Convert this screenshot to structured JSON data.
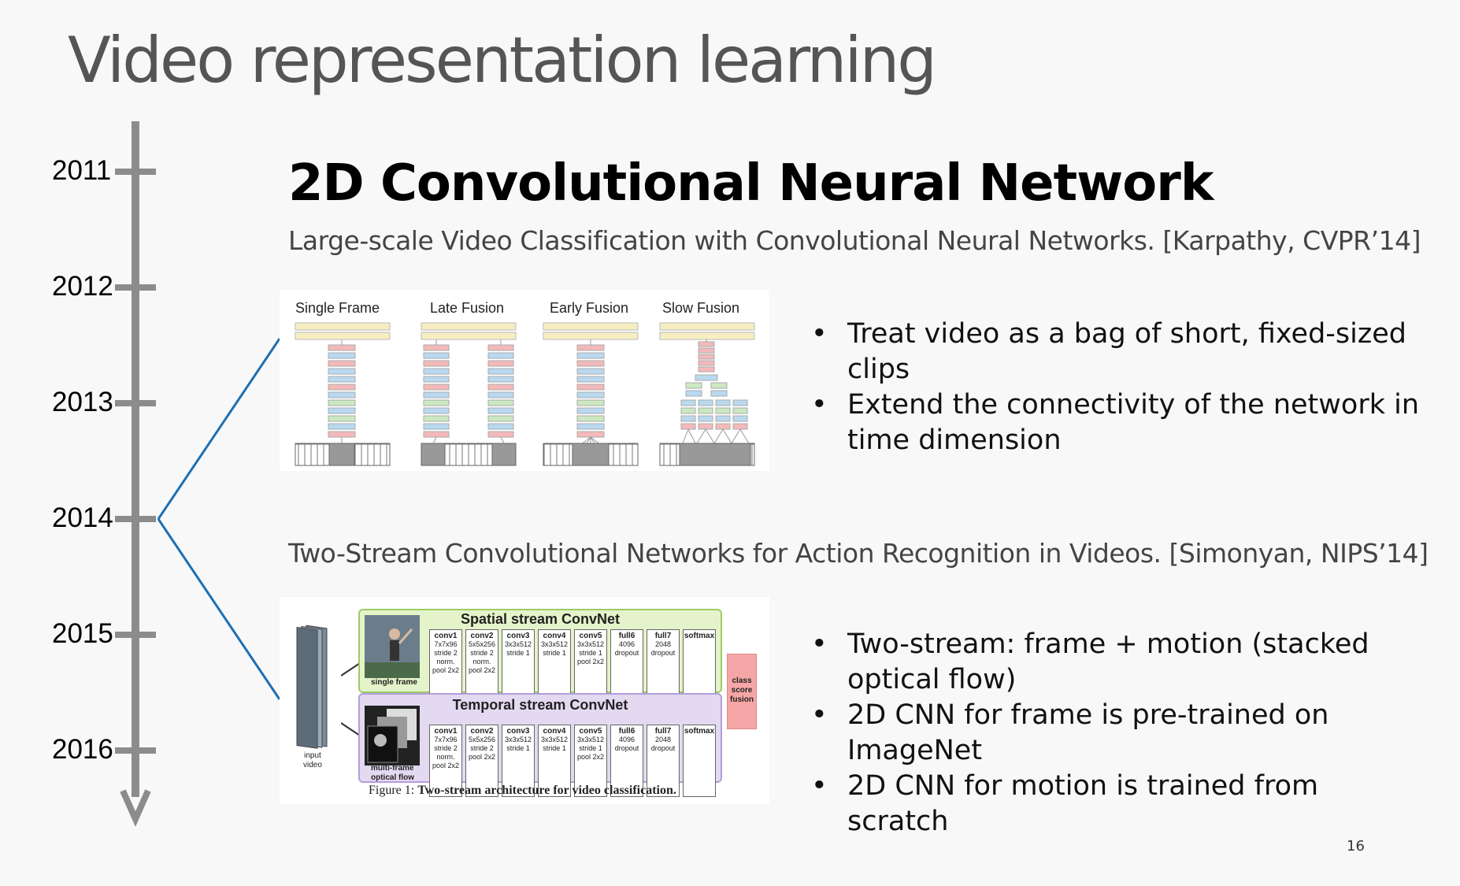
{
  "slide": {
    "title": "Video representation learning",
    "heading": "2D Convolutional Neural Network",
    "page_number": "16"
  },
  "timeline": {
    "years": [
      "2011",
      "2012",
      "2013",
      "2014",
      "2015",
      "2016"
    ]
  },
  "papers": [
    {
      "citation": "Large-scale Video Classification with Convolutional Neural Networks. [Karpathy, CVPR’14]",
      "bullets": [
        "Treat video as a bag of short, fixed-sized clips",
        "Extend the connectivity of the network in time dimension"
      ],
      "figure_labels": [
        "Single Frame",
        "Late Fusion",
        "Early Fusion",
        "Slow Fusion"
      ]
    },
    {
      "citation": "Two-Stream Convolutional Networks for Action Recognition in Videos. [Simonyan, NIPS’14]",
      "bullets": [
        "Two-stream: frame + motion (stacked optical flow)",
        "2D CNN for frame is pre-trained on ImageNet",
        "2D CNN for motion is trained from scratch"
      ],
      "figure": {
        "spatial_title": "Spatial stream ConvNet",
        "temporal_title": "Temporal stream ConvNet",
        "input_label": "input\nvideo",
        "single_frame_label": "single frame",
        "multi_frame_label": "multi-frame\noptical flow",
        "fusion_label": "class\nscore\nfusion",
        "caption_prefix": "Figure 1: ",
        "caption": "Two-stream architecture for video classification.",
        "layers": [
          {
            "name": "conv1",
            "detail": "7x7x96\nstride 2\nnorm.\npool 2x2"
          },
          {
            "name": "conv2",
            "detail": "5x5x256\nstride 2\nnorm.\npool 2x2"
          },
          {
            "name": "conv3",
            "detail": "3x3x512\nstride 1"
          },
          {
            "name": "conv4",
            "detail": "3x3x512\nstride 1"
          },
          {
            "name": "conv5",
            "detail": "3x3x512\nstride 1\npool 2x2"
          },
          {
            "name": "full6",
            "detail": "4096\ndropout"
          },
          {
            "name": "full7",
            "detail": "2048\ndropout"
          },
          {
            "name": "softmax",
            "detail": ""
          }
        ],
        "temporal_layers": [
          {
            "name": "conv1",
            "detail": "7x7x96\nstride 2\nnorm.\npool 2x2"
          },
          {
            "name": "conv2",
            "detail": "5x5x256\nstride 2\npool 2x2"
          },
          {
            "name": "conv3",
            "detail": "3x3x512\nstride 1"
          },
          {
            "name": "conv4",
            "detail": "3x3x512\nstride 1"
          },
          {
            "name": "conv5",
            "detail": "3x3x512\nstride 1\npool 2x2"
          },
          {
            "name": "full6",
            "detail": "4096\ndropout"
          },
          {
            "name": "full7",
            "detail": "2048\ndropout"
          },
          {
            "name": "softmax",
            "detail": ""
          }
        ]
      }
    }
  ],
  "colors": {
    "timeline": "#8c8c8c",
    "connector": "#1f6fb2",
    "spatial_bg": "#e4f3c9",
    "temporal_bg": "#e3d9f0",
    "fusion_bg": "#f6a6a6"
  }
}
